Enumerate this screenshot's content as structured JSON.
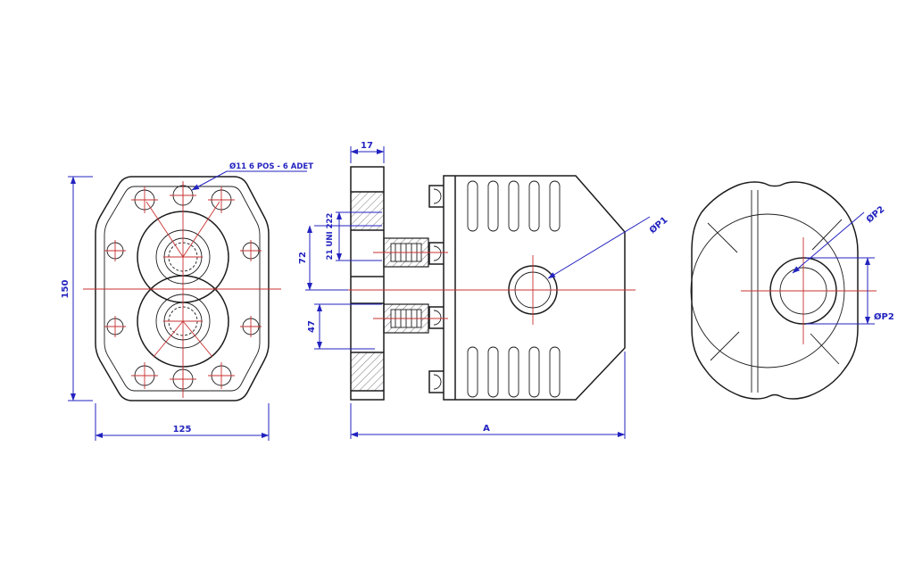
{
  "drawing": {
    "type": "technical-drawing",
    "subject": "gear pump orthographic views",
    "colors": {
      "outline": "#1c1c1e",
      "dimension": "#2323c0",
      "centerline": "#c83232",
      "background": "#ffffff"
    },
    "views": {
      "front": {
        "dim_height": "150",
        "dim_width": "125",
        "callout_bolt_holes": "Ø11 6 POS - 6 ADET"
      },
      "side": {
        "dim_flange": "17",
        "dim_upper": "72",
        "spline_spec": "21 UNI 222",
        "dim_lower": "47",
        "dim_length": "A",
        "port_label": "ØP1"
      },
      "rear": {
        "port_label_diagonal": "ØP2",
        "port_label_dim": "ØP2"
      }
    }
  }
}
